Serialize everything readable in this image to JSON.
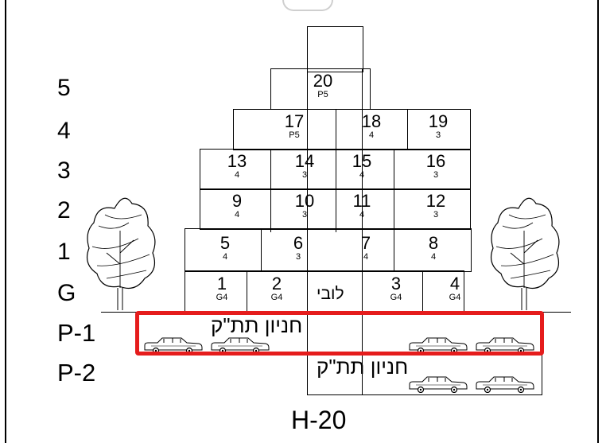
{
  "floor_labels": [
    "5",
    "4",
    "3",
    "2",
    "1",
    "G",
    "P-1",
    "P-2"
  ],
  "lobby_label": "לובי",
  "parking_label": "חניון תת\"ק",
  "building_name": "H-20",
  "units": [
    {
      "num": "20",
      "sub": "P5"
    },
    {
      "num": "17",
      "sub": "P5"
    },
    {
      "num": "18",
      "sub": "4"
    },
    {
      "num": "19",
      "sub": "3"
    },
    {
      "num": "13",
      "sub": "4"
    },
    {
      "num": "14",
      "sub": "3"
    },
    {
      "num": "15",
      "sub": "4"
    },
    {
      "num": "16",
      "sub": "3"
    },
    {
      "num": "9",
      "sub": "4"
    },
    {
      "num": "10",
      "sub": "3"
    },
    {
      "num": "11",
      "sub": "4"
    },
    {
      "num": "12",
      "sub": "3"
    },
    {
      "num": "5",
      "sub": "4"
    },
    {
      "num": "6",
      "sub": "3"
    },
    {
      "num": "7",
      "sub": "4"
    },
    {
      "num": "8",
      "sub": "4"
    },
    {
      "num": "1",
      "sub": "G4"
    },
    {
      "num": "2",
      "sub": "G4"
    },
    {
      "num": "3",
      "sub": "G4"
    },
    {
      "num": "4",
      "sub": "G4"
    }
  ],
  "colors": {
    "highlight": "#e51c1c",
    "line": "#000000"
  },
  "icons": {
    "car": "car-icon",
    "tree": "tree-icon"
  }
}
